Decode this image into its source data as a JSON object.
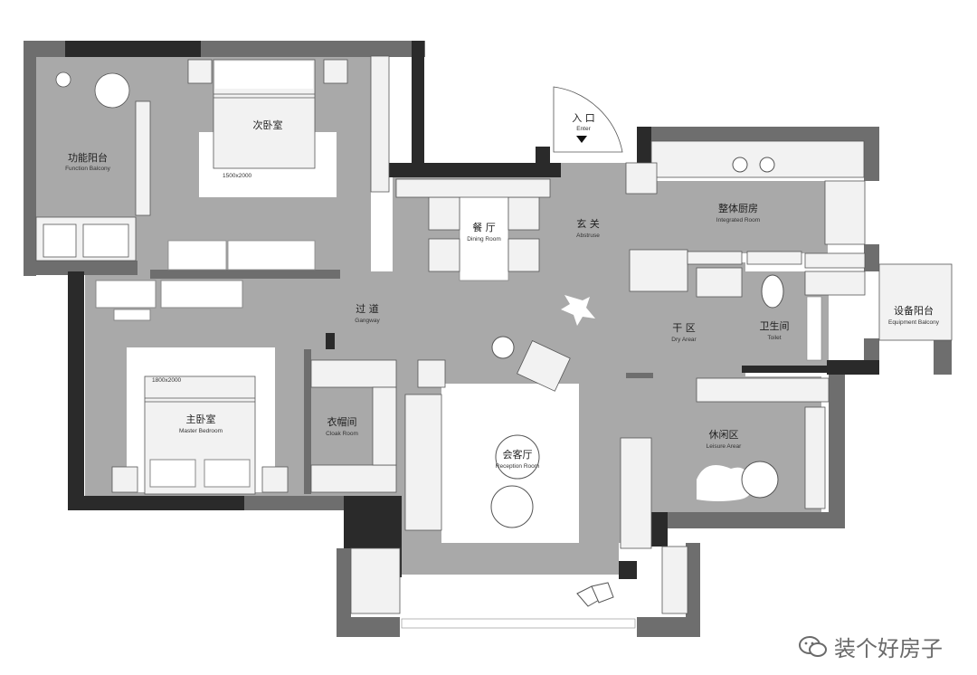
{
  "rooms": {
    "function_balcony": {
      "cn": "功能阳台",
      "en": "Function Balcony"
    },
    "second_bedroom": {
      "cn": "次卧室",
      "dim": "1500x2000"
    },
    "entrance": {
      "cn": "入 口",
      "en": "Enter"
    },
    "dining_room": {
      "cn": "餐 厅",
      "en": "Dining Room"
    },
    "foyer": {
      "cn": "玄 关",
      "en": "Abstruse"
    },
    "integrated_kitchen": {
      "cn": "整体厨房",
      "en": "Integrated Room"
    },
    "gangway": {
      "cn": "过 道",
      "en": "Gangway"
    },
    "dry_area": {
      "cn": "干 区",
      "en": "Dry Arear"
    },
    "toilet": {
      "cn": "卫生间",
      "en": "Toilet"
    },
    "equipment_balcony": {
      "cn": "设备阳台",
      "en": "Equipment Balcony"
    },
    "master_bedroom": {
      "cn": "主卧室",
      "en": "Master Bedroom",
      "dim": "1800x2000"
    },
    "cloak_room": {
      "cn": "衣帽间",
      "en": "Cloak Room"
    },
    "reception_room": {
      "cn": "会客厅",
      "en": "Reception Room"
    },
    "leisure_area": {
      "cn": "休闲区",
      "en": "Leisure Arear"
    }
  },
  "watermark": {
    "text": "装个好房子",
    "icon": "wechat-icon"
  },
  "colors": {
    "wall": "#2a2a2a",
    "floor": "#a9a9a9",
    "accent_wall": "#6e6e6e"
  }
}
